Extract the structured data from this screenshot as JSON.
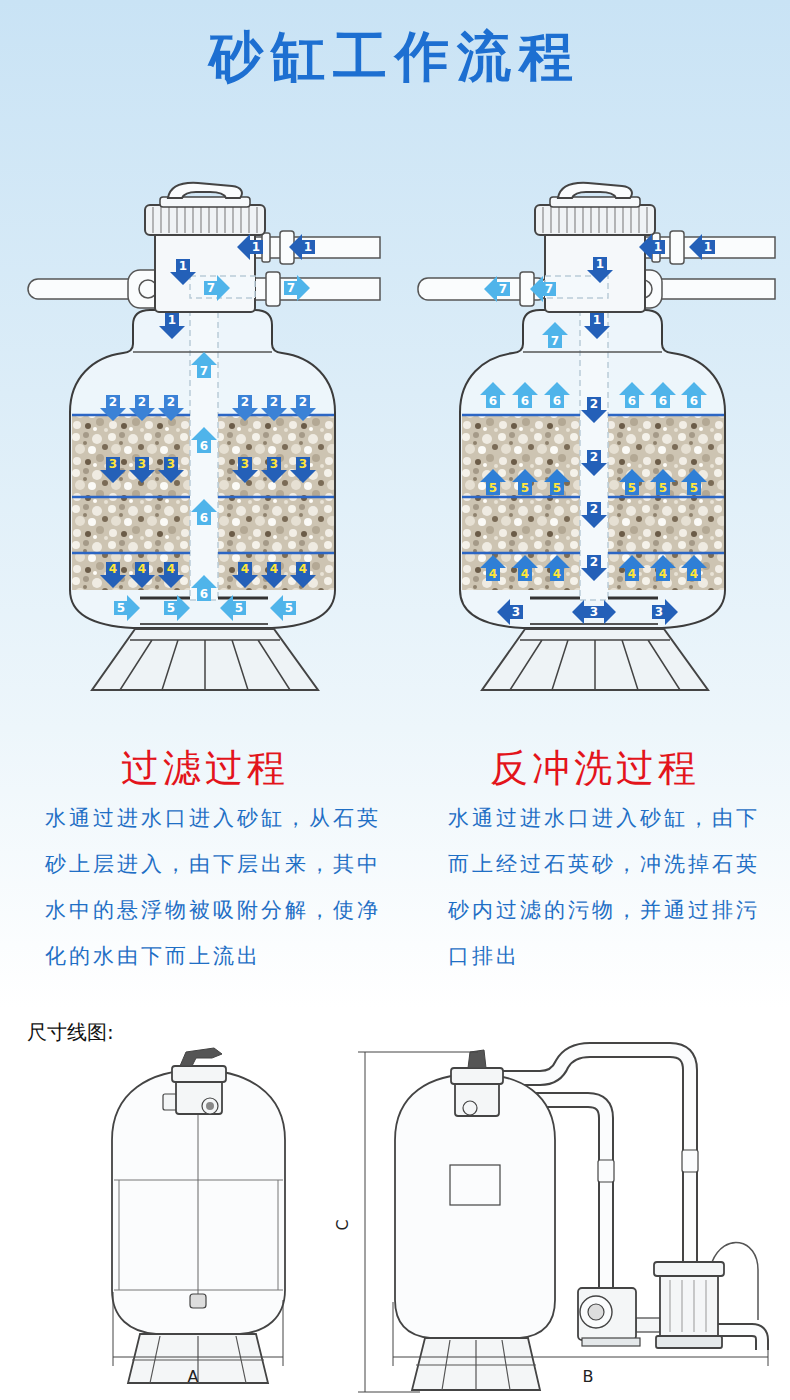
{
  "diagram": {
    "title": "砂缸工作流程",
    "labels": [
      "1",
      "1",
      "1",
      "1",
      "7",
      "7",
      "7",
      "2",
      "2",
      "2",
      "2",
      "2",
      "2",
      "6",
      "3",
      "3",
      "3",
      "3",
      "3",
      "3",
      "6",
      "4",
      "4",
      "4",
      "4",
      "4",
      "4",
      "5",
      "5",
      "6",
      "5",
      "5",
      "1",
      "1",
      "1",
      "1",
      "7",
      "7",
      "7",
      "6",
      "6",
      "6",
      "6",
      "6",
      "6",
      "2",
      "2",
      "2",
      "2",
      "5",
      "5",
      "5",
      "5",
      "5",
      "5",
      "4",
      "4",
      "4",
      "4",
      "4",
      "4",
      "3",
      "3",
      "3",
      "过滤过程",
      "水通过进水口进入砂缸，从石英砂上层进入，由下层出来，其中水中的悬浮物被吸附分解，使净化的水由下而上流出",
      "反冲洗过程",
      "水通过进水口进入砂缸，由下而上经过石英砂，冲洗掉石英砂内过滤的污物，并通过排污口排出",
      "尺寸线图:",
      "C",
      "A",
      "B"
    ]
  }
}
